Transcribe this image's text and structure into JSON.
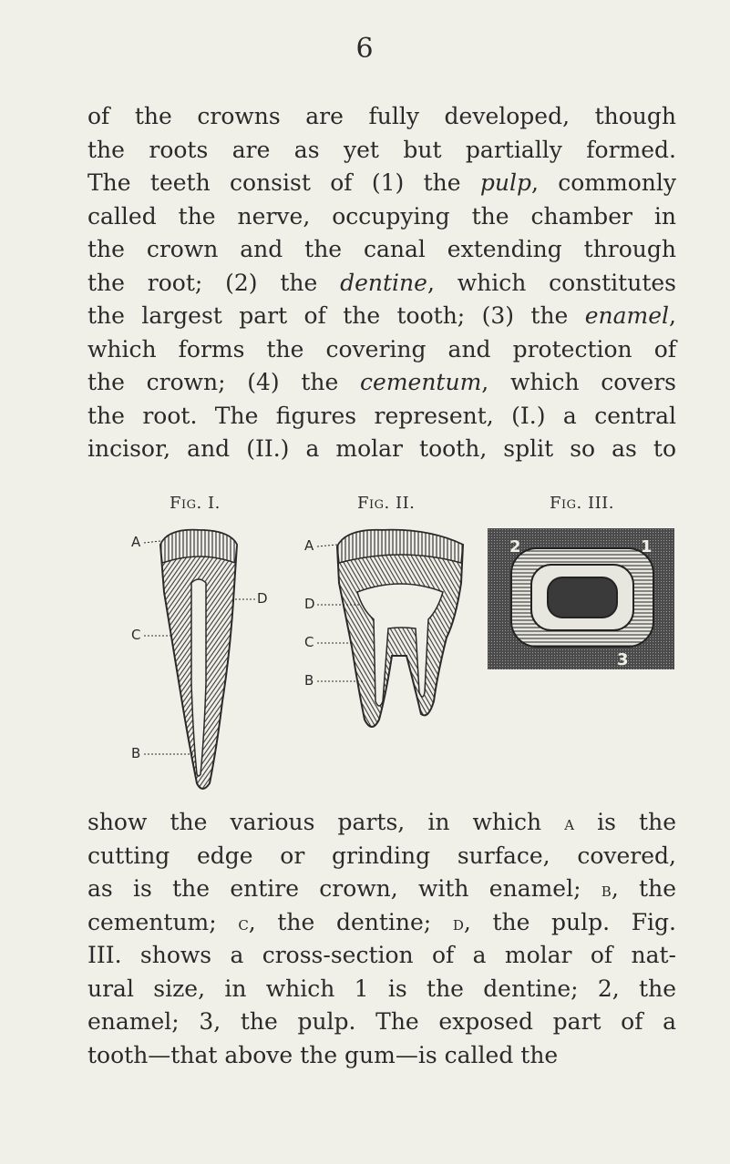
{
  "page": {
    "number": "6"
  },
  "paragraph_1": {
    "lines": [
      "of the crowns are fully developed, though",
      "the roots are as yet but partially formed.",
      "The teeth consist of (1) the ",
      "pulp",
      ", commonly",
      "called the nerve, occupying the chamber in",
      "the crown and the canal extending through",
      "the root; (2) the ",
      "dentine",
      ", which constitutes",
      "the largest part of the tooth; (3) the ",
      "enamel",
      ",",
      "which forms the covering and protection of",
      "the crown; (4) the ",
      "cementum",
      ", which covers",
      "the root. The figures represent, (I.) a central",
      "incisor, and (II.) a molar tooth, split so as to"
    ]
  },
  "figures": {
    "fig1": {
      "caption": "Fig. I.",
      "labels": {
        "a": "A",
        "d": "D",
        "c": "C",
        "b": "B"
      }
    },
    "fig2": {
      "caption": "Fig. II.",
      "labels": {
        "a": "A",
        "d": "D",
        "c": "C",
        "b": "B"
      }
    },
    "fig3": {
      "caption": "Fig. III.",
      "labels": {
        "n1": "1",
        "n2": "2",
        "n3": "3"
      }
    }
  },
  "paragraph_2": {
    "lines": [
      "show the various parts, in which ",
      "A",
      " is the",
      "cutting edge or grinding surface, covered,",
      "as is the entire crown, with enamel; ",
      "B",
      ", the",
      "cementum; ",
      "C",
      ", the dentine; ",
      "D",
      ", the pulp. Fig.",
      "III. shows a cross-section of a molar of nat-",
      "ural size, in which 1 is the dentine; 2, the",
      "enamel; 3, the pulp. The exposed part of a",
      "tooth—that above the gum—is called the"
    ]
  }
}
